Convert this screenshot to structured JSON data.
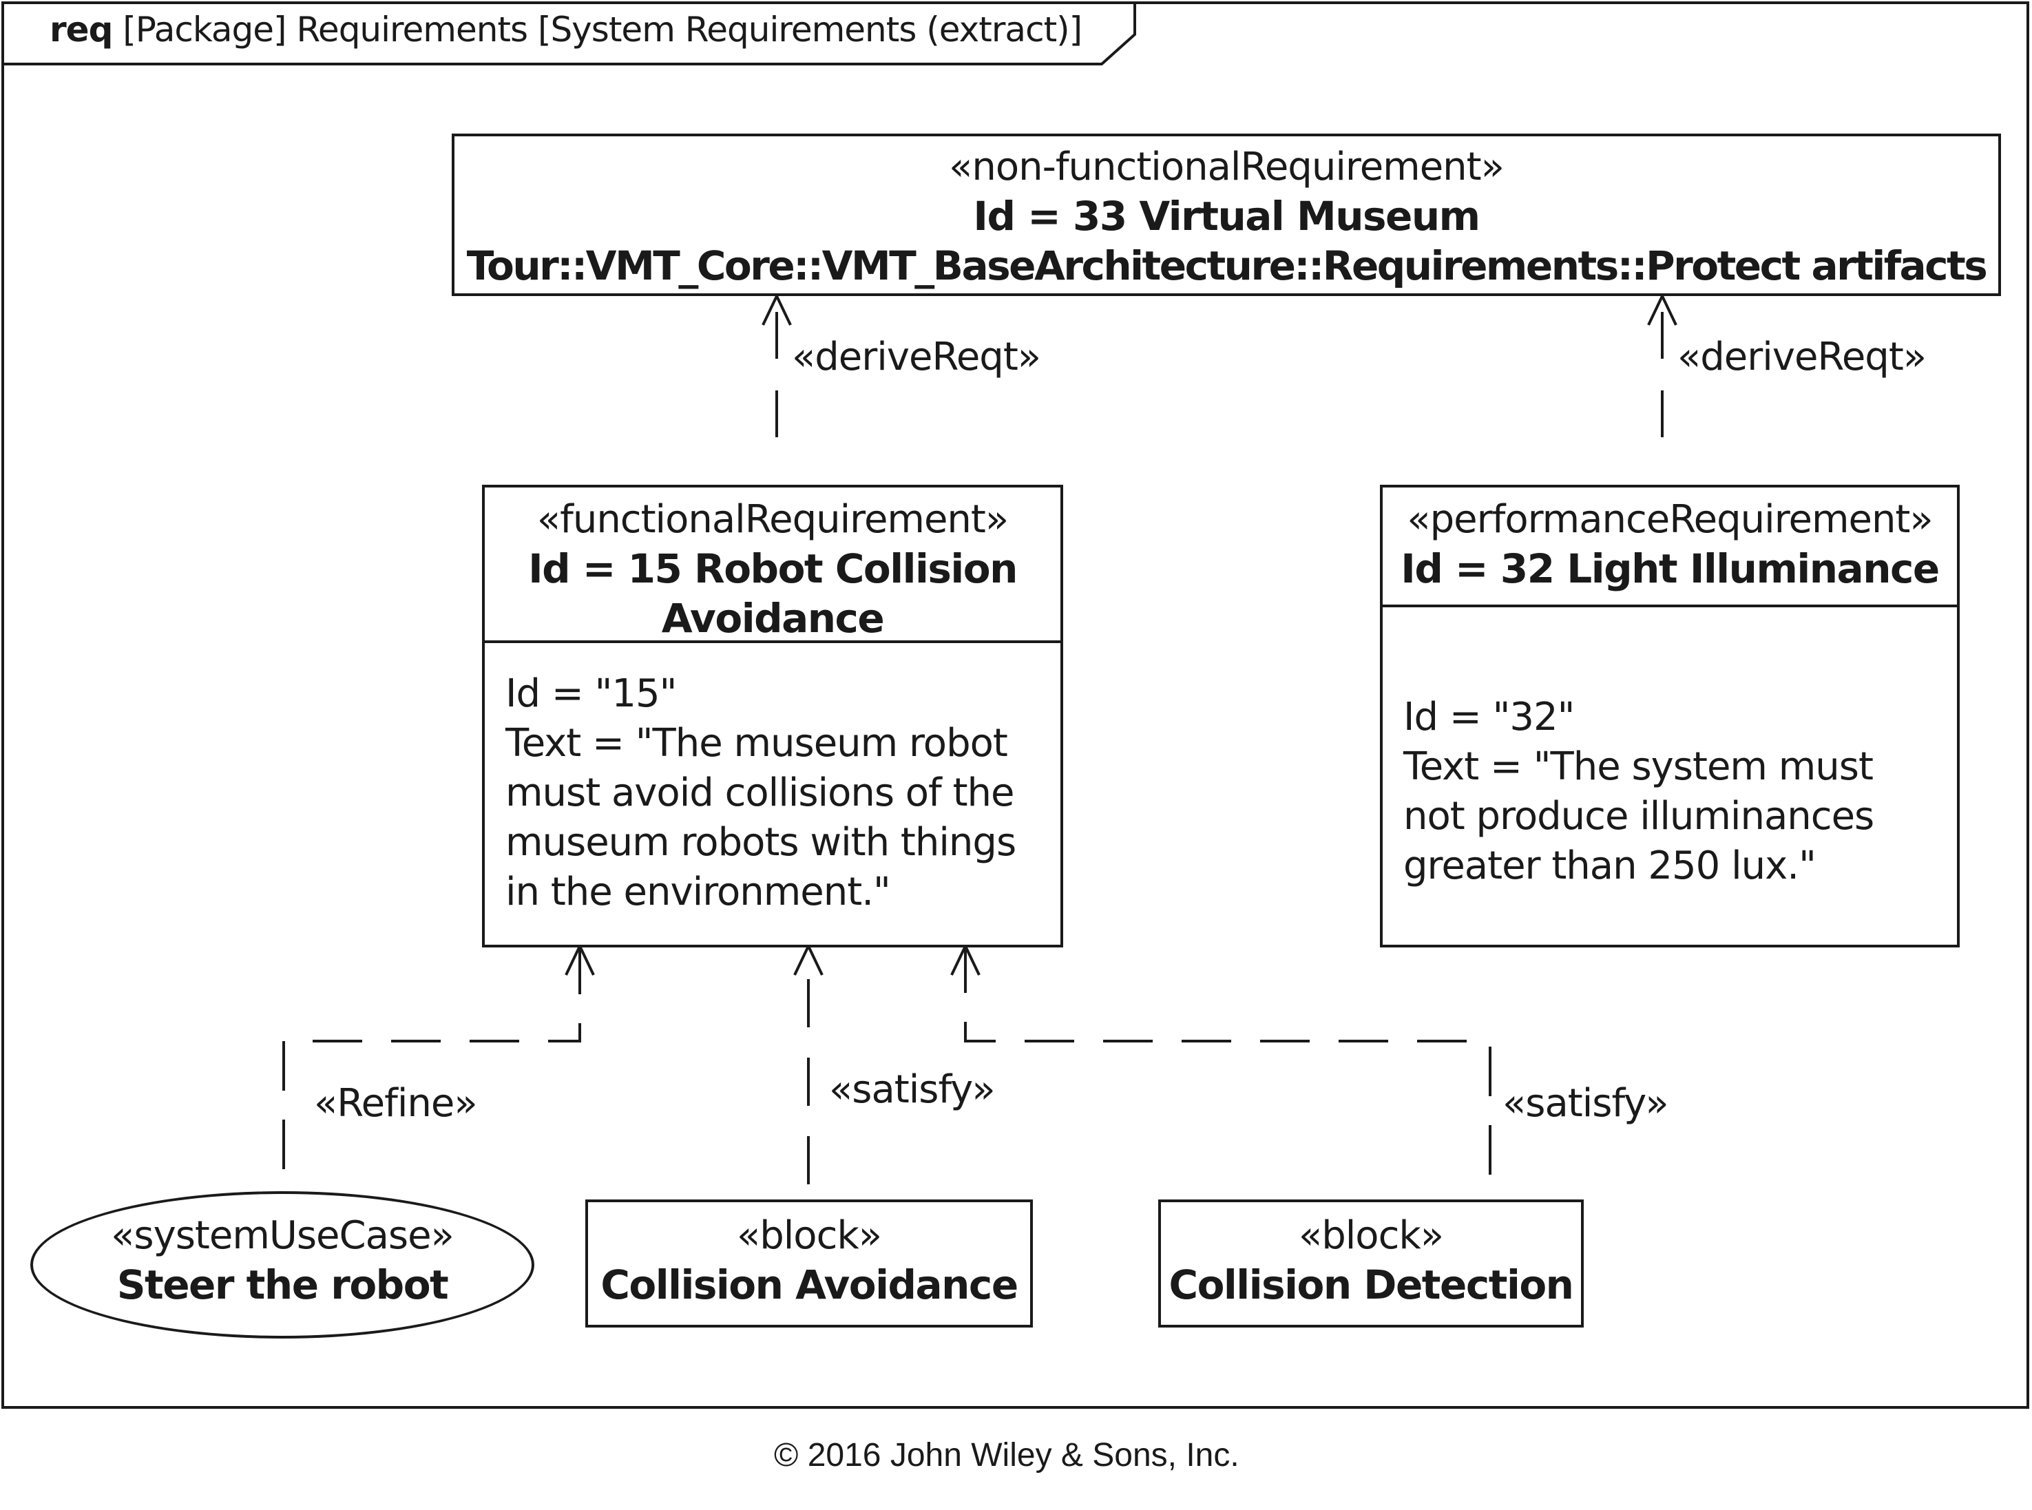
{
  "frame": {
    "kind": "req",
    "title": "[Package] Requirements [System Requirements (extract)]"
  },
  "nodes": {
    "nfr": {
      "stereotype": "«non-functionalRequirement»",
      "name_line1": "Id = 33 Virtual Museum",
      "name_line2": "Tour::VMT_Core::VMT_BaseArchitecture::Requirements::Protect artifacts"
    },
    "fr": {
      "stereotype": "«functionalRequirement»",
      "name_line1": "Id = 15 Robot Collision",
      "name_line2": "Avoidance",
      "id_text": "Id = \"15\"",
      "text_lines": [
        "Text = \"The museum robot",
        "must avoid collisions of the",
        "museum robots with things",
        "in the environment.\""
      ]
    },
    "pr": {
      "stereotype": "«performanceRequirement»",
      "name": "Id = 32 Light Illuminance",
      "id_text": "Id = \"32\"",
      "text_lines": [
        "Text = \"The system must",
        "not produce illuminances",
        "greater than 250 lux.\""
      ]
    },
    "usecase": {
      "stereotype": "«systemUseCase»",
      "name": "Steer the robot"
    },
    "block1": {
      "stereotype": "«block»",
      "name": "Collision Avoidance"
    },
    "block2": {
      "stereotype": "«block»",
      "name": "Collision Detection"
    }
  },
  "edges": {
    "derive1": "«deriveReqt»",
    "derive2": "«deriveReqt»",
    "refine": "«Refine»",
    "satisfy1": "«satisfy»",
    "satisfy2": "«satisfy»"
  },
  "footer": {
    "copyright": "© 2016 John Wiley & Sons, Inc."
  }
}
